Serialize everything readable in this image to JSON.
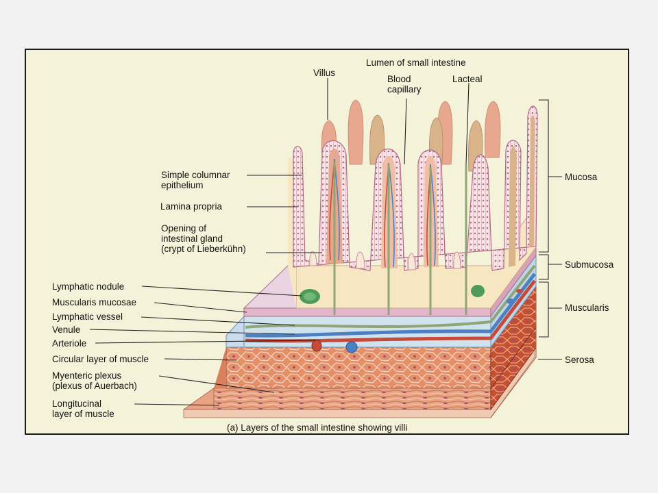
{
  "labels": {
    "lumen": "Lumen of small intestine",
    "villus": "Villus",
    "blood_capillary": "Blood\ncapillary",
    "lacteal": "Lacteal",
    "simple_columnar_epithelium": "Simple columnar\nepithelium",
    "lamina_propria": "Lamina propria",
    "opening_of_intestinal_gland": "Opening of\nintestinal gland\n(crypt of Lieberkühn)",
    "lymphatic_nodule": "Lymphatic nodule",
    "muscularis_mucosae": "Muscularis mucosae",
    "lymphatic_vessel": "Lymphatic vessel",
    "venule": "Venule",
    "arteriole": "Arteriole",
    "circular_layer": "Circular layer of muscle",
    "myenteric_plexus": "Myenteric plexus\n(plexus of Auerbach)",
    "longitudinal_layer": "Longitucinal\nlayer of muscle",
    "mucosa": "Mucosa",
    "submucosa": "Submucosa",
    "muscularis": "Muscularis",
    "serosa": "Serosa"
  },
  "caption": "(a) Layers of the small intestine showing villi",
  "colors": {
    "frame_bg": "#f4f3d9",
    "villus_fill": "#e8a88f",
    "villus_pale": "#d9b38a",
    "epithelium": "#c98c9c",
    "lamina_propria": "#f6e7c2",
    "muscularis_mucosae": "#e3b6c9",
    "submucosa": "#cfe3ef",
    "muscle": "#e48f68",
    "muscle_dark": "#c4502f",
    "artery": "#c64a3a",
    "vein": "#4d80c2",
    "lymphatic": "#8fa575",
    "nodule": "#4f9a58"
  }
}
